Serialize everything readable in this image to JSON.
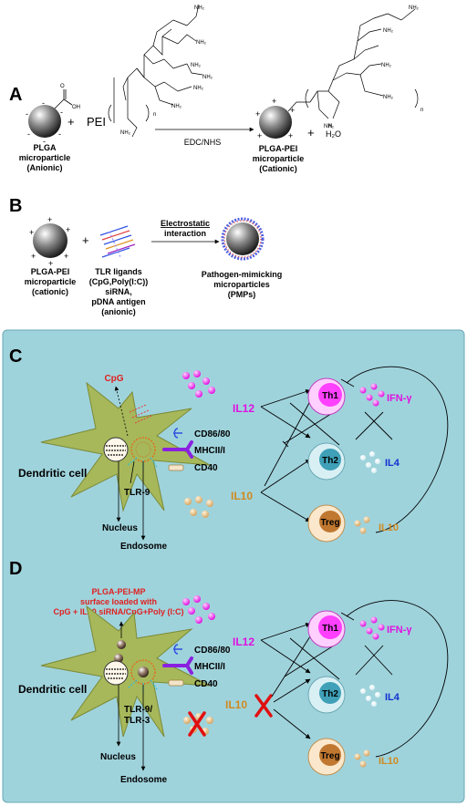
{
  "panels": {
    "a": {
      "letter": "A",
      "plus1": "+",
      "plus2": "+",
      "pei": "PEI",
      "arrow_label": "EDC/NHS",
      "water": "H₂O",
      "left_particle": [
        "PLGA",
        "microparticle",
        "(Anionic)"
      ],
      "right_particle": [
        "PLGA-PEI",
        "microparticle",
        "(Cationic)"
      ]
    },
    "b": {
      "letter": "B",
      "plus": "+",
      "arrow_label": [
        "Electrostatic",
        "interaction"
      ],
      "left_particle": [
        "PLGA-PEI",
        "microparticle",
        "(cationic)"
      ],
      "ligands": [
        "TLR ligands",
        "(CpG,Poly(I:C))",
        "siRNA,",
        "pDNA antigen",
        "(anionic)"
      ],
      "pmp": [
        "Pathogen-mimicking",
        "microparticles",
        "(PMPs)"
      ]
    },
    "c": {
      "letter": "C",
      "cpg": "CpG",
      "il12": "IL12",
      "il10": "IL10",
      "dendritic_cell": "Dendritic cell",
      "cd86": "CD86/80",
      "mhc": "MHCII/I",
      "cd40": "CD40",
      "tlr": "TLR-9",
      "nucleus": "Nucleus",
      "endosome": "Endosome",
      "th1": "Th1",
      "th2": "Th2",
      "treg": "Treg",
      "ifn": "IFN-γ",
      "il4": "IL4",
      "il10_out": "IL10"
    },
    "d": {
      "letter": "D",
      "mp_label": [
        "PLGA-PEI-MP",
        "surface loaded with",
        "CpG + IL10 siRNA/CpG+Poly (I:C)"
      ],
      "il12": "IL12",
      "il10": "IL10",
      "dendritic_cell": "Dendritic cell",
      "cd86": "CD86/80",
      "mhc": "MHCII/I",
      "cd40": "CD40",
      "tlr": [
        "TLR-9/",
        "TLR-3"
      ],
      "nucleus": "Nucleus",
      "endosome": "Endosome",
      "th1": "Th1",
      "th2": "Th2",
      "treg": "Treg",
      "ifn": "IFN-γ",
      "il4": "IL4",
      "il10_out": "IL10"
    }
  },
  "chem": {
    "cooh": [
      "O",
      "OH"
    ],
    "nh2": "NH₂",
    "nh": [
      "N",
      "H"
    ],
    "n_sub": "n"
  },
  "colors": {
    "panel_bg": "#9fd3dc",
    "cell_green": "#a6b85a",
    "red_text": "#e02020",
    "magenta": "#e010e0",
    "blue_text": "#1030d0",
    "orange_text": "#d08a20",
    "th1_fill": "#ff50ff",
    "th2_fill": "#3fa0b8",
    "treg_fill": "#c07830",
    "mhc_purple": "#8a20e0"
  }
}
